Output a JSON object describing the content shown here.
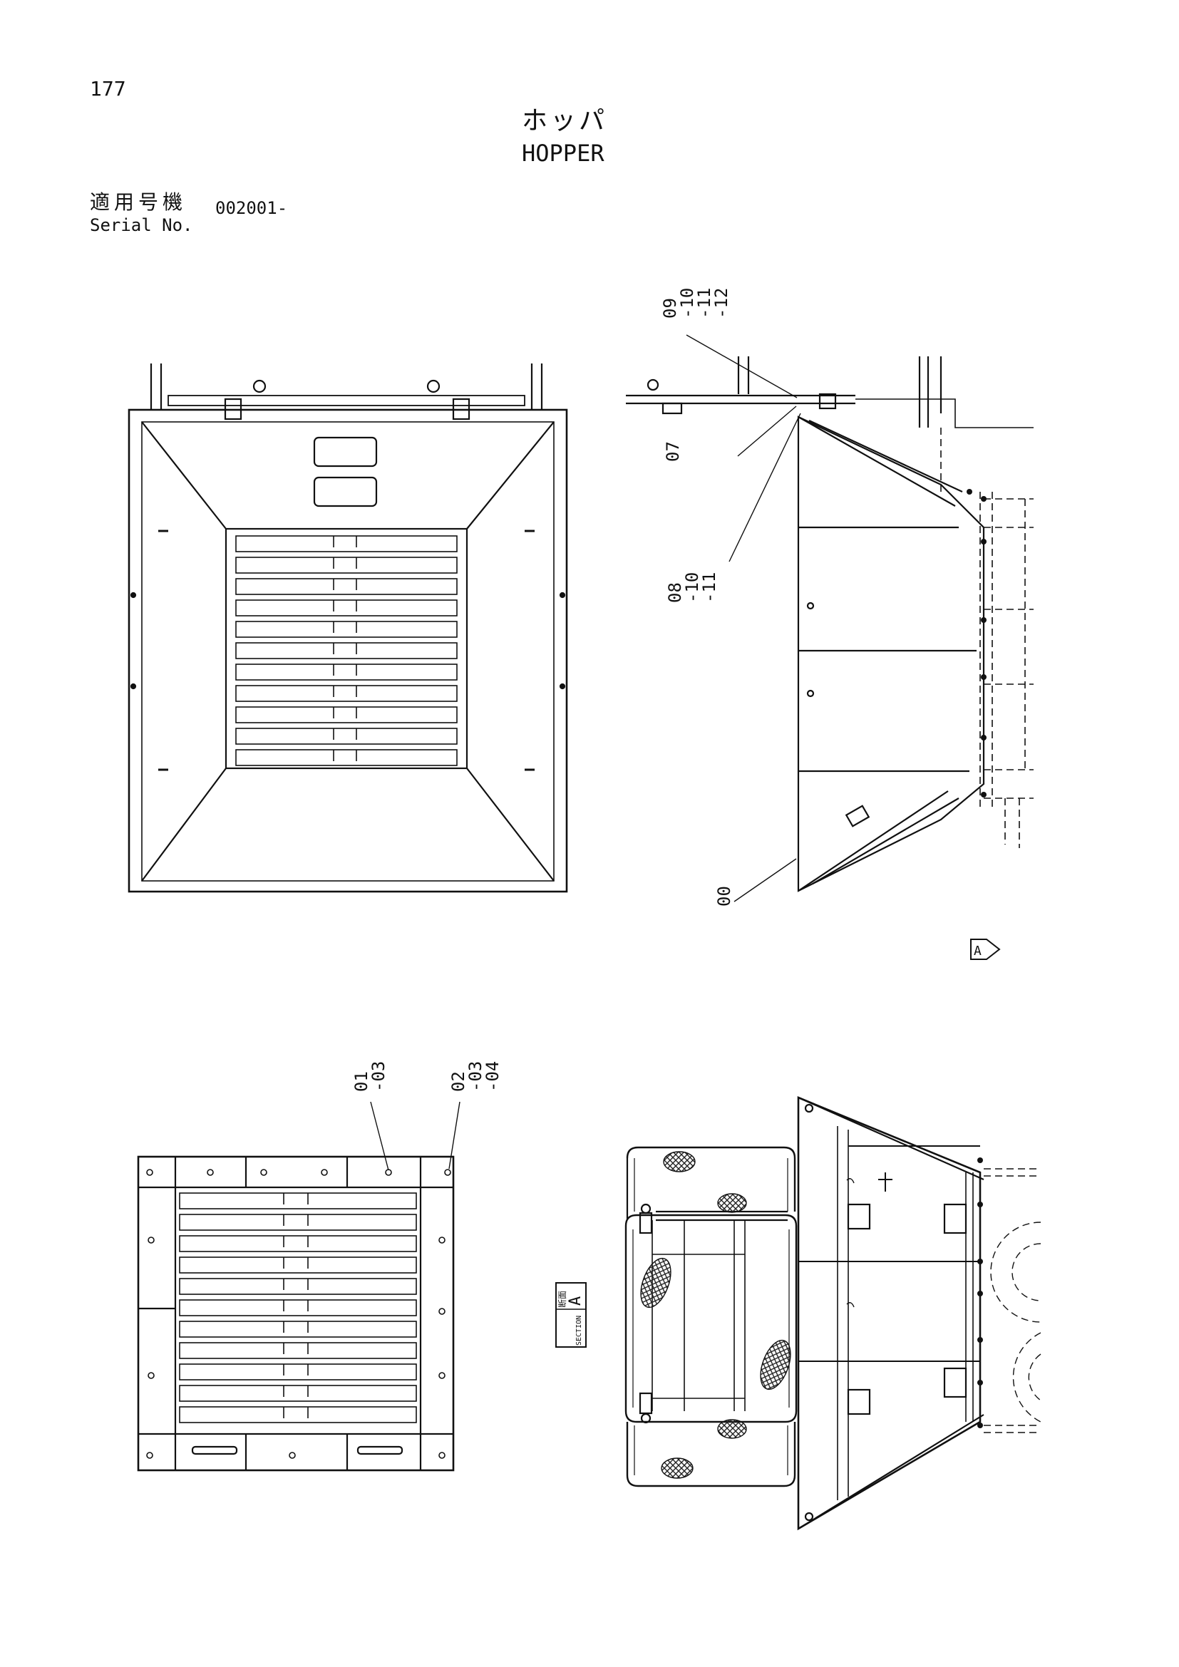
{
  "header": {
    "page_number": "177",
    "title_jp": "ホッパ",
    "title_en": "HOPPER",
    "serial_label_jp": "適用号機",
    "serial_label_en": "Serial No.",
    "serial_value": "002001-"
  },
  "callouts": {
    "top_right": [
      "09",
      "-10",
      "-11",
      "-12"
    ],
    "mid_07": "07",
    "mid_08": [
      "08",
      "-10",
      "-11"
    ],
    "bottom_00": "00",
    "lower_01": [
      "01",
      "-03"
    ],
    "lower_02": [
      "02",
      "-03",
      "-04"
    ]
  },
  "section_marker": {
    "arrow_letter": "A",
    "label_jp": "断面",
    "label_en": "SECTION",
    "letter": "A"
  }
}
